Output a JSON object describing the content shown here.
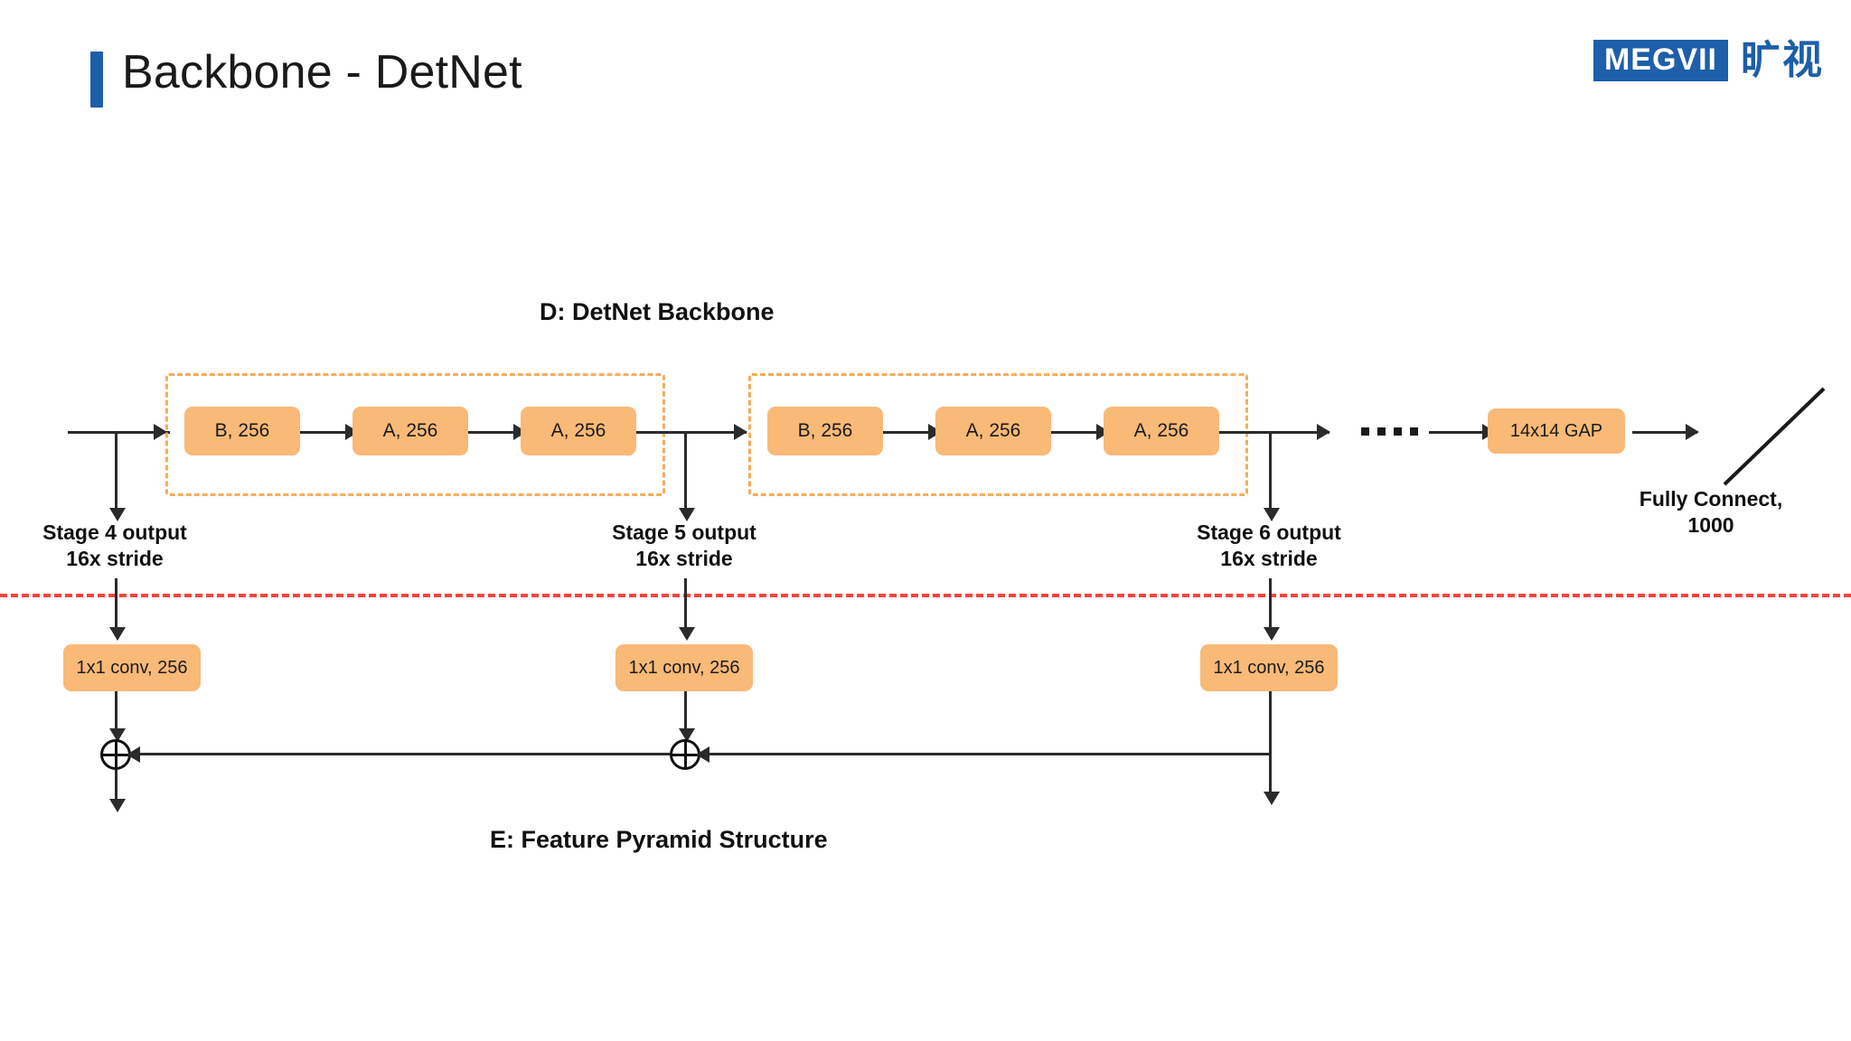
{
  "header": {
    "title": "Backbone - DetNet",
    "logo_mark": "MEGVII",
    "logo_cn": "旷视"
  },
  "diagram": {
    "section_d_label": "D: DetNet Backbone",
    "section_e_label": "E: Feature Pyramid Structure",
    "group1": [
      {
        "label": "B, 256"
      },
      {
        "label": "A, 256"
      },
      {
        "label": "A, 256"
      }
    ],
    "group2": [
      {
        "label": "B, 256"
      },
      {
        "label": "A, 256"
      },
      {
        "label": "A, 256"
      }
    ],
    "gap_node": "14x14 GAP",
    "fully_connect": "Fully Connect,",
    "fully_connect_units": "1000",
    "stages": [
      {
        "line1": "Stage 4 output",
        "line2": "16x stride"
      },
      {
        "line1": "Stage 5 output",
        "line2": "16x stride"
      },
      {
        "line1": "Stage 6 output",
        "line2": "16x stride"
      }
    ],
    "lateral_convs": [
      {
        "label": "1x1 conv, 256"
      },
      {
        "label": "1x1 conv, 256"
      },
      {
        "label": "1x1 conv, 256"
      }
    ],
    "ellipsis": "...."
  },
  "colors": {
    "accent_blue": "#1d5fa9",
    "node_orange": "#f9b977",
    "group_dash": "#f6ad5c",
    "divider_red": "#f2453d",
    "line_dark": "#2b2b2b"
  }
}
